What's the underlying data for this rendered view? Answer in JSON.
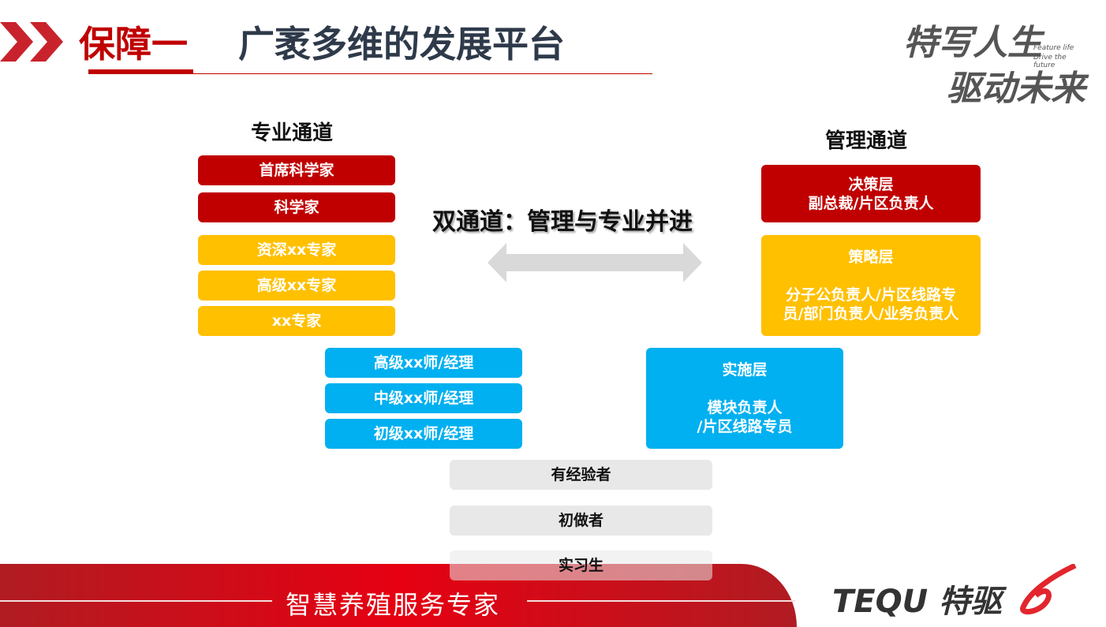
{
  "header": {
    "tag": "保障一",
    "title": "广袤多维的发展平台"
  },
  "logo_slogan": {
    "line1": "特写人生",
    "line2": "驱动未来",
    "en1": "Feature life",
    "en2": "Drive the future"
  },
  "professional": {
    "title": "专业通道",
    "levels": [
      "首席科学家",
      "科学家",
      "资深xx专家",
      "高级xx专家",
      "xx专家"
    ]
  },
  "shared": {
    "levels": [
      "高级xx师/经理",
      "中级xx师/经理",
      "初级xx师/经理"
    ]
  },
  "entry": {
    "levels": [
      "有经验者",
      "初做者",
      "实习生"
    ]
  },
  "center": {
    "text": "双通道：管理与专业并进"
  },
  "management": {
    "title": "管理通道",
    "decision": {
      "name": "决策层",
      "roles": "副总裁/片区负责人"
    },
    "strategy": {
      "name": "策略层",
      "roles1": "分子公负责人/片区线路专",
      "roles2": "员/部门负责人/业务负责人"
    },
    "implement": {
      "name": "实施层",
      "roles1": "模块负责人",
      "roles2": "/片区线路专员"
    }
  },
  "footer": {
    "slogan": "智慧养殖服务专家",
    "brand": "TEQU 特驱"
  },
  "colors": {
    "red": "#c00000",
    "yellow": "#ffc000",
    "blue": "#00b0f0",
    "gray": "#e8e8e8"
  }
}
